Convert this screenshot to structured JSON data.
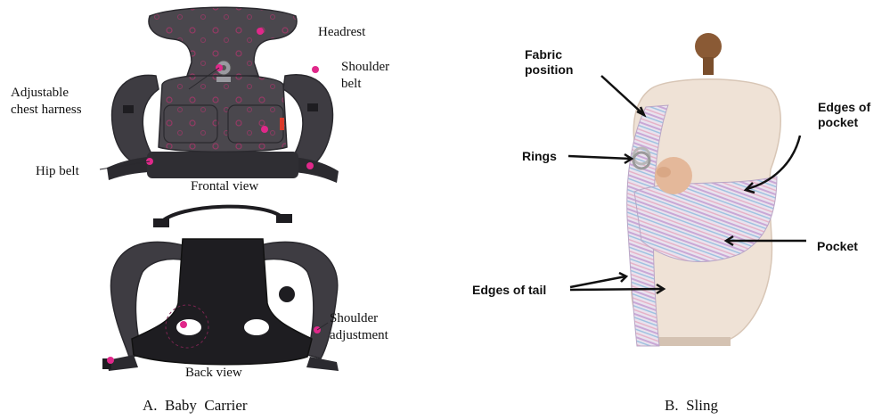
{
  "panel_a": {
    "caption": "A.  Baby  Carrier",
    "labels": {
      "headrest": "Headrest",
      "shoulder_belt_1": "Shoulder",
      "shoulder_belt_2": "belt",
      "chest_harness_1": "Adjustable",
      "chest_harness_2": "chest harness",
      "hip_belt": "Hip belt",
      "frontal_view": "Frontal view",
      "back_view": "Back view",
      "shoulder_adjustment_1": "Shoulder",
      "shoulder_adjustment_2": "adjustment"
    }
  },
  "panel_b": {
    "caption": "B.  Sling",
    "labels": {
      "fabric_position_1": "Fabric",
      "fabric_position_2": "position",
      "rings": "Rings",
      "edges_of_pocket_1": "Edges of",
      "edges_of_pocket_2": "pocket",
      "pocket": "Pocket",
      "edges_of_tail": "Edges of tail"
    }
  },
  "colors": {
    "carrier_fabric": "#4a474d",
    "carrier_dark": "#1e1d21",
    "marker": "#e0288a",
    "sling_stripes": "#c9b8d6",
    "mannequin": "#efe2d6",
    "stand_wood": "#8a5a35"
  }
}
